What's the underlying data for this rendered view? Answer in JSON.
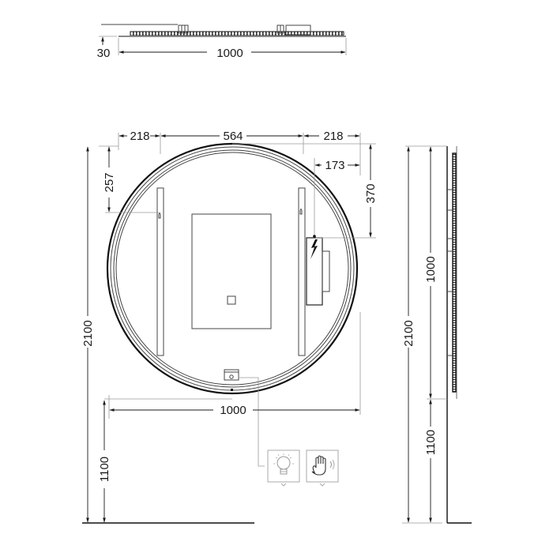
{
  "drawing": {
    "type": "technical-drawing",
    "subject": "round illuminated mirror",
    "views": {
      "top_view": {
        "depth_label": "30",
        "width_label": "1000"
      },
      "front_view": {
        "top_segments": [
          "218",
          "564",
          "218"
        ],
        "lamp_offset_top_label": "257",
        "power_offset_horizontal_label": "173",
        "power_offset_vertical_label": "370",
        "overall_height_label": "2100",
        "width_label": "1000",
        "mounting_height_label": "1100"
      },
      "side_view": {
        "overall_height_label": "2100",
        "mirror_height_label": "1000",
        "mounting_height_label": "1100"
      }
    },
    "legend_icons": [
      {
        "name": "light-bulb-icon",
        "meaning": "light"
      },
      {
        "name": "hand-sensor-icon",
        "meaning": "touch / motion sensor"
      }
    ],
    "colors": {
      "line": "#1a1a1a",
      "extension_line": "#9a9a9a",
      "background": "#ffffff"
    }
  }
}
